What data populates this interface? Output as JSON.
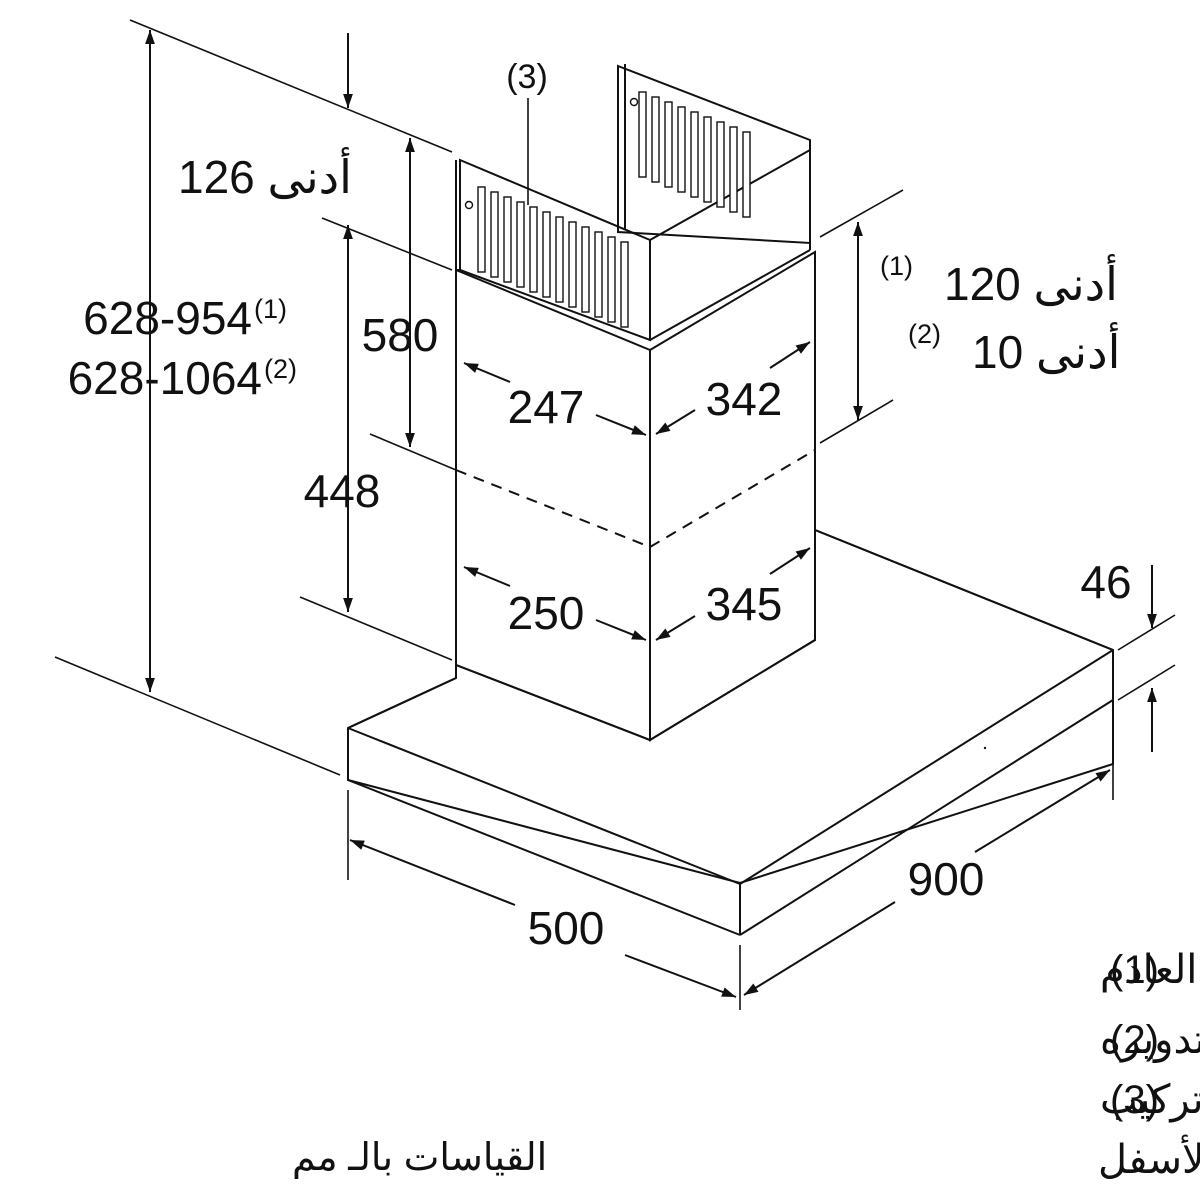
{
  "dimensions": {
    "min_126": "أدنى 126",
    "range_1": "628-954",
    "range_1_note": "(1)",
    "range_2": "628-1064",
    "range_2_note": "(2)",
    "d580": "580",
    "d448": "448",
    "d247": "247",
    "d342": "342",
    "d250": "250",
    "d345": "345",
    "d46": "46",
    "d900": "900",
    "d500": "500",
    "min_120": "أدنى 120",
    "min_120_note": "(1)",
    "min_10": "أدنى 10",
    "min_10_note": "(2)",
    "callout_3": "(3)"
  },
  "legend": {
    "item1_num": "(1)",
    "item1_text": "هواء العادم",
    "item2_num": "(2)",
    "item2_text": "الهواء الذي يجري تدويره",
    "item3_num": "(3)",
    "item3_text": "مخرج تصريف الهواء - تركيب",
    "item3_text_2": "الفتحات بالنسبة لهواء العادم لأسفل"
  },
  "units_note": "القياسات بالـ مم"
}
